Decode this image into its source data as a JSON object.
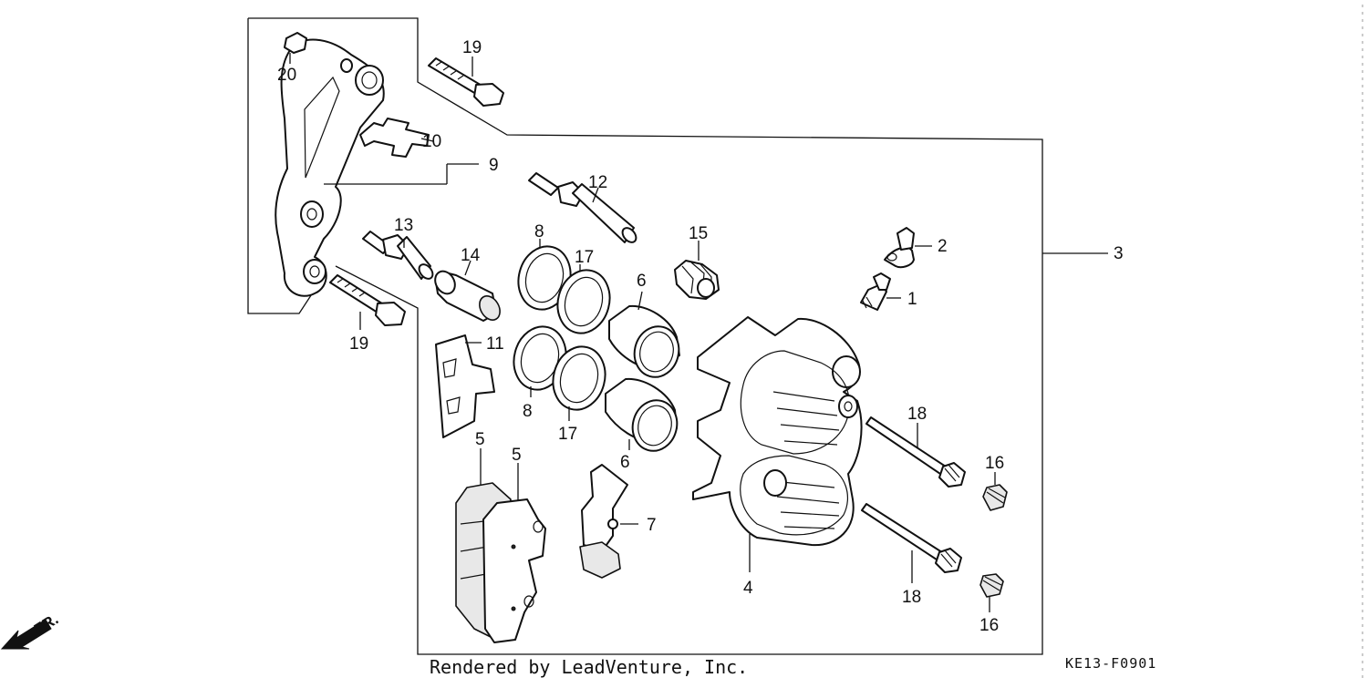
{
  "callouts": [
    {
      "id": "1",
      "text": "1"
    },
    {
      "id": "2",
      "text": "2"
    },
    {
      "id": "3",
      "text": "3"
    },
    {
      "id": "4",
      "text": "4"
    },
    {
      "id": "5a",
      "text": "5"
    },
    {
      "id": "5b",
      "text": "5"
    },
    {
      "id": "6a",
      "text": "6"
    },
    {
      "id": "6b",
      "text": "6"
    },
    {
      "id": "7",
      "text": "7"
    },
    {
      "id": "8a",
      "text": "8"
    },
    {
      "id": "8b",
      "text": "8"
    },
    {
      "id": "9",
      "text": "9"
    },
    {
      "id": "10",
      "text": "10"
    },
    {
      "id": "11",
      "text": "11"
    },
    {
      "id": "12",
      "text": "12"
    },
    {
      "id": "13",
      "text": "13"
    },
    {
      "id": "14",
      "text": "14"
    },
    {
      "id": "15",
      "text": "15"
    },
    {
      "id": "16a",
      "text": "16"
    },
    {
      "id": "16b",
      "text": "16"
    },
    {
      "id": "17a",
      "text": "17"
    },
    {
      "id": "17b",
      "text": "17"
    },
    {
      "id": "18a",
      "text": "18"
    },
    {
      "id": "18b",
      "text": "18"
    },
    {
      "id": "19a",
      "text": "19"
    },
    {
      "id": "19b",
      "text": "19"
    },
    {
      "id": "20",
      "text": "20"
    }
  ],
  "direction_label": "FR.",
  "credit": "Rendered by LeadVenture, Inc.",
  "diagram_code": "KE13-F0901"
}
